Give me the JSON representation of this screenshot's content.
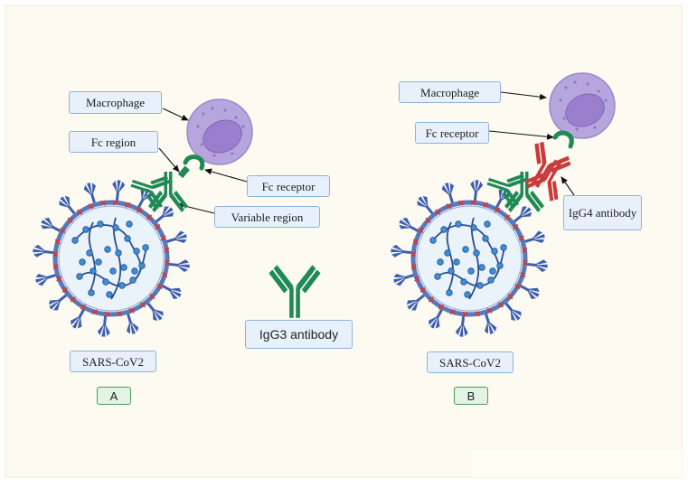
{
  "panels": [
    {
      "id": "A",
      "tag": "A",
      "labels": {
        "macrophage": "Macrophage",
        "fc_region": "Fc region",
        "fc_receptor": "Fc receptor",
        "variable_region": "Variable region",
        "antibody": "IgG3 antibody",
        "virus": "SARS-CoV2"
      }
    },
    {
      "id": "B",
      "tag": "B",
      "labels": {
        "macrophage": "Macrophage",
        "fc_receptor": "Fc receptor",
        "antibody": "IgG4 antibody",
        "virus": "SARS-CoV2"
      }
    }
  ],
  "colors": {
    "background": "#fdfaf1",
    "virus_membrane": "#5a79b8",
    "virus_interior": "#eaf2fa",
    "spike": "#3d5fb0",
    "rna": "#2a4f8f",
    "rna_beads": "#3f8fd6",
    "membrane_protein": "#d23a3a",
    "macrophage": "#b7a6de",
    "macrophage_nucleus": "#9b7fcf",
    "igg3_antibody": "#1f8a55",
    "igg4_antibody": "#c93b3b",
    "fc_receptor": "#1f8a55"
  }
}
